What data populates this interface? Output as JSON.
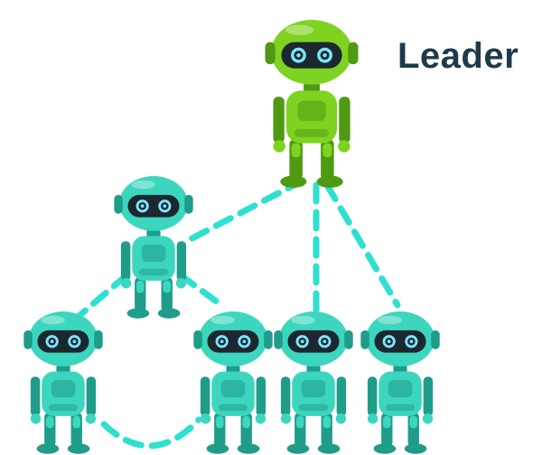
{
  "leader": {
    "label": "Leader",
    "body_color": "#7ed321",
    "body_dark": "#4f9a12",
    "role": "leader"
  },
  "followers": {
    "body_color": "#3cd6be",
    "body_dark": "#1f9c8a",
    "count": 5
  },
  "links": {
    "color": "#2ee0d0",
    "style": "dashed"
  },
  "robot_parts": {
    "visor_color": "#1c2730",
    "eye_color": "#7ce6ff"
  }
}
